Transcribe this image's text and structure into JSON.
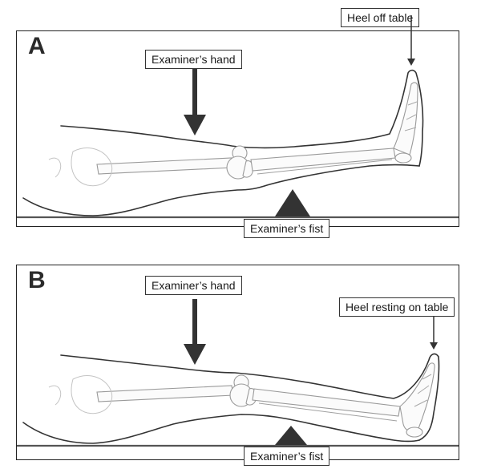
{
  "panels": [
    {
      "letter": "A",
      "examiner_hand": "Examiner’s hand",
      "examiner_fist": "Examiner’s fist",
      "heel_label": "Heel off table"
    },
    {
      "letter": "B",
      "examiner_hand": "Examiner’s hand",
      "examiner_fist": "Examiner’s fist",
      "heel_label": "Heel resting on table"
    }
  ],
  "colors": {
    "arrow": "#333333",
    "outline": "#333333",
    "bone": "#9a9a9a"
  }
}
